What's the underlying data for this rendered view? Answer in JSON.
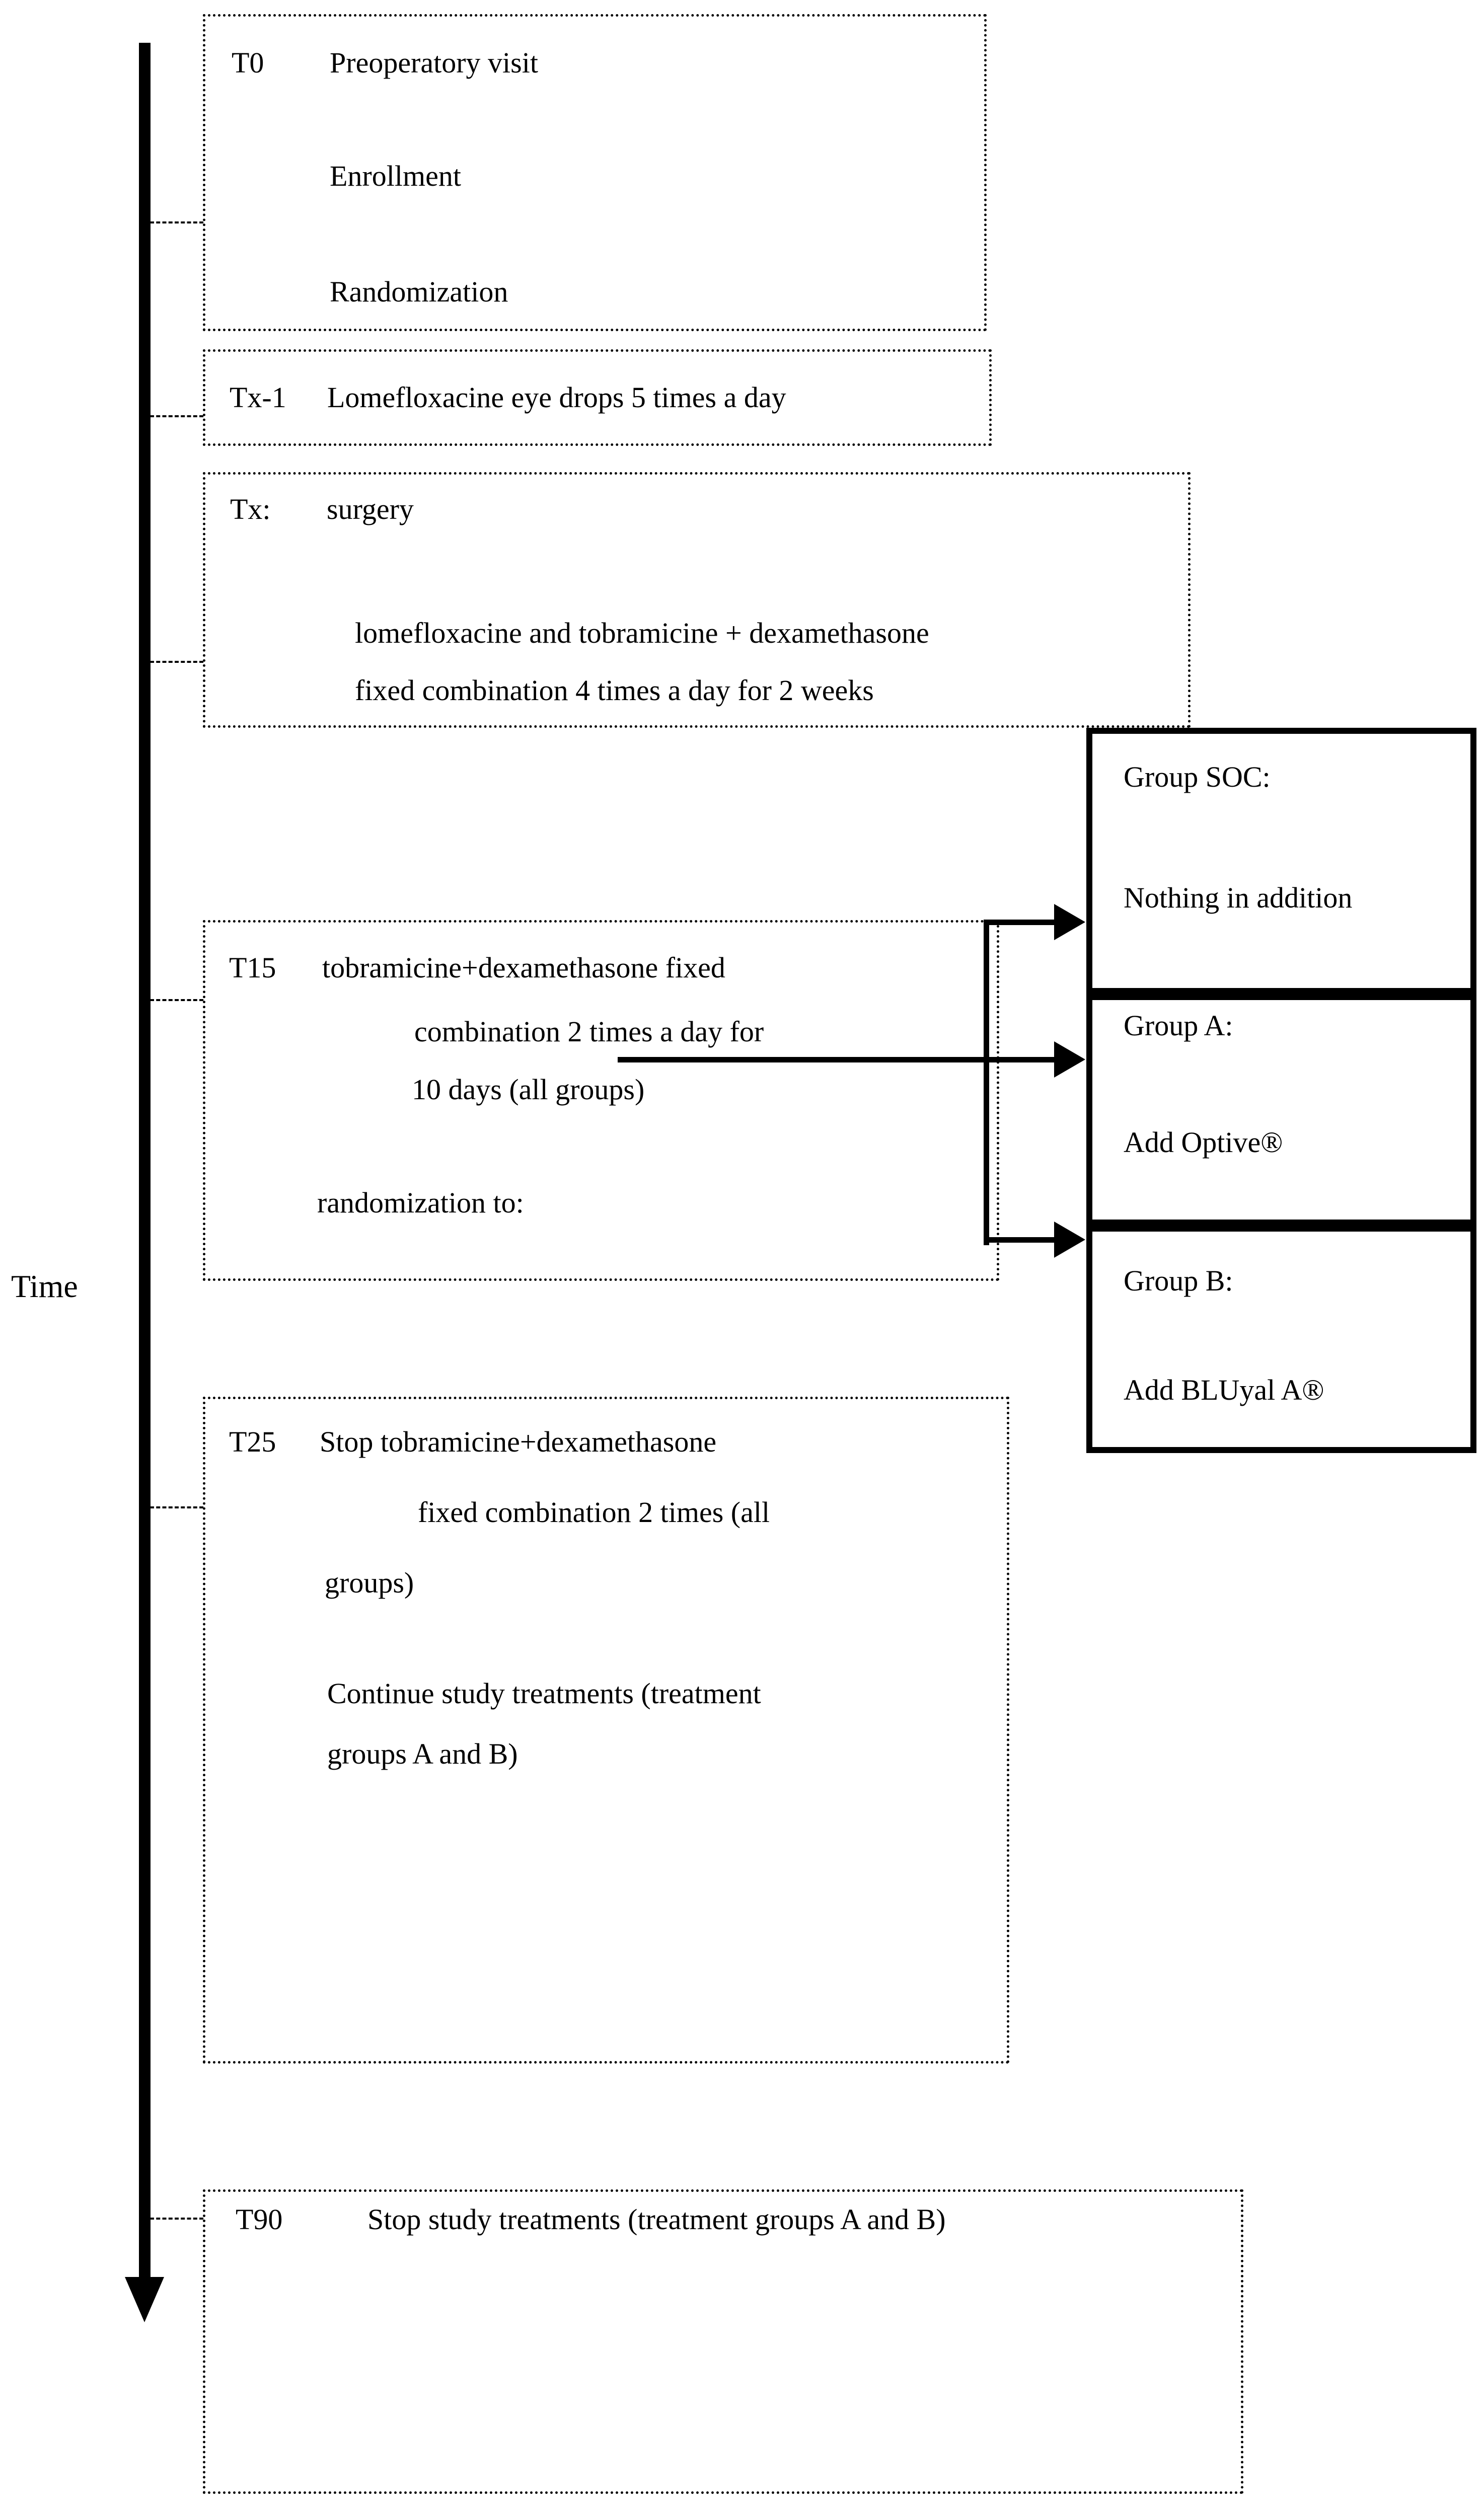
{
  "colors": {
    "ink": "#000000",
    "background": "#ffffff"
  },
  "time_axis": {
    "label": "Time"
  },
  "timeline": [
    {
      "tag": "T0",
      "lines": [
        "Preoperatory visit",
        "Enrollment",
        "Randomization"
      ]
    },
    {
      "tag": "Tx-1",
      "lines": [
        "Lomefloxacine eye drops 5 times a day"
      ]
    },
    {
      "tag": "Tx:",
      "lines": [
        "surgery",
        "lomefloxacine and tobramicine + dexamethasone",
        "fixed combination 4 times a day for 2 weeks"
      ]
    },
    {
      "tag": "T15",
      "lines": [
        "tobramicine+dexamethasone fixed",
        "combination 2 times a day for",
        "10 days (all groups)",
        "randomization to:"
      ]
    },
    {
      "tag": "T25",
      "lines": [
        "Stop tobramicine+dexamethasone",
        "fixed combination 2 times (all",
        "groups)",
        "Continue study treatments (treatment",
        "groups A and B)"
      ]
    },
    {
      "tag": "T90",
      "lines": [
        "Stop study treatments (treatment groups A and B)"
      ]
    }
  ],
  "groups": [
    {
      "title": "Group SOC:",
      "treatment": "Nothing in addition"
    },
    {
      "title": "Group A:",
      "treatment": "Add Optive®"
    },
    {
      "title": "Group B:",
      "treatment": "Add BLUyal A®"
    }
  ]
}
